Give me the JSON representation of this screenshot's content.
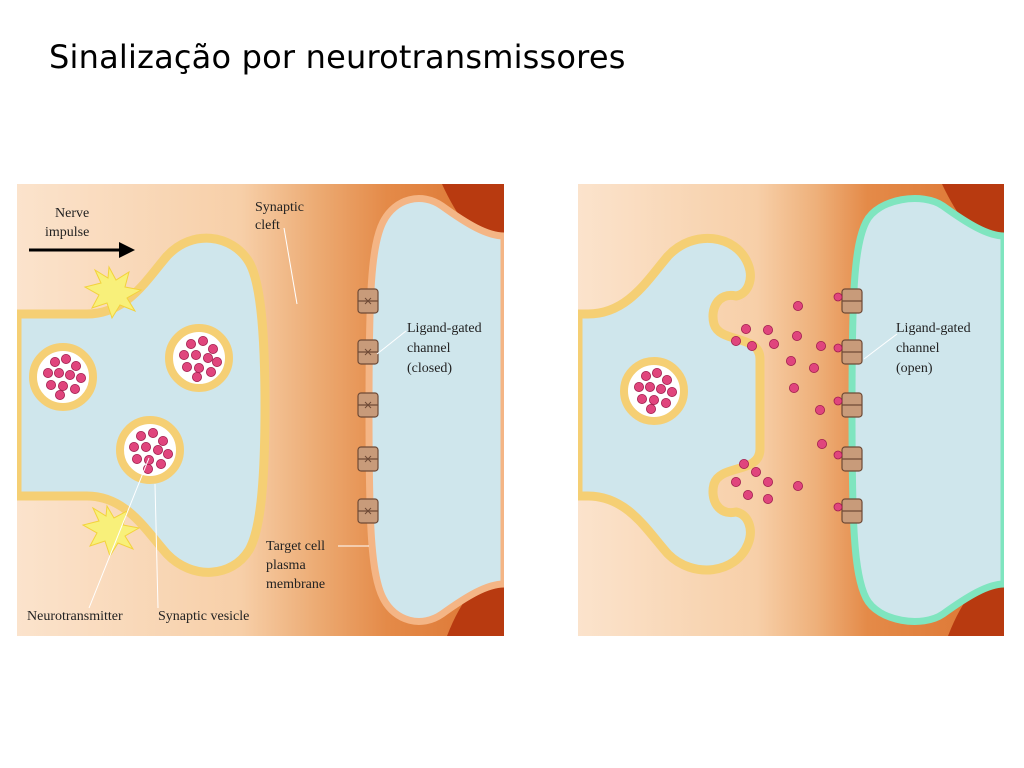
{
  "title": "Sinalização por neurotransmissores",
  "colors": {
    "cytoplasm": "#cfe6ec",
    "presynaptic_membrane": "#f5cf74",
    "postsynaptic_membrane_closed": "#f4b585",
    "postsynaptic_membrane_open": "#7fe5bf",
    "channel": "#c89b7a",
    "neurotransmitter": "#e0457d",
    "extracellular": "#f9dcc0",
    "tissue": "#b83a10",
    "impulse_flash": "#f8f07a"
  },
  "left_panel": {
    "labels": {
      "nerve_impulse": [
        "Nerve",
        "impulse"
      ],
      "synaptic_cleft": [
        "Synaptic",
        "cleft"
      ],
      "ligand_channel": [
        "Ligand-gated",
        "channel",
        "(closed)"
      ],
      "target_membrane": [
        "Target cell",
        "plasma",
        "membrane"
      ],
      "neurotransmitter": "Neurotransmitter",
      "synaptic_vesicle": "Synaptic vesicle"
    }
  },
  "right_panel": {
    "labels": {
      "ligand_channel": [
        "Ligand-gated",
        "channel",
        "(open)"
      ]
    }
  }
}
